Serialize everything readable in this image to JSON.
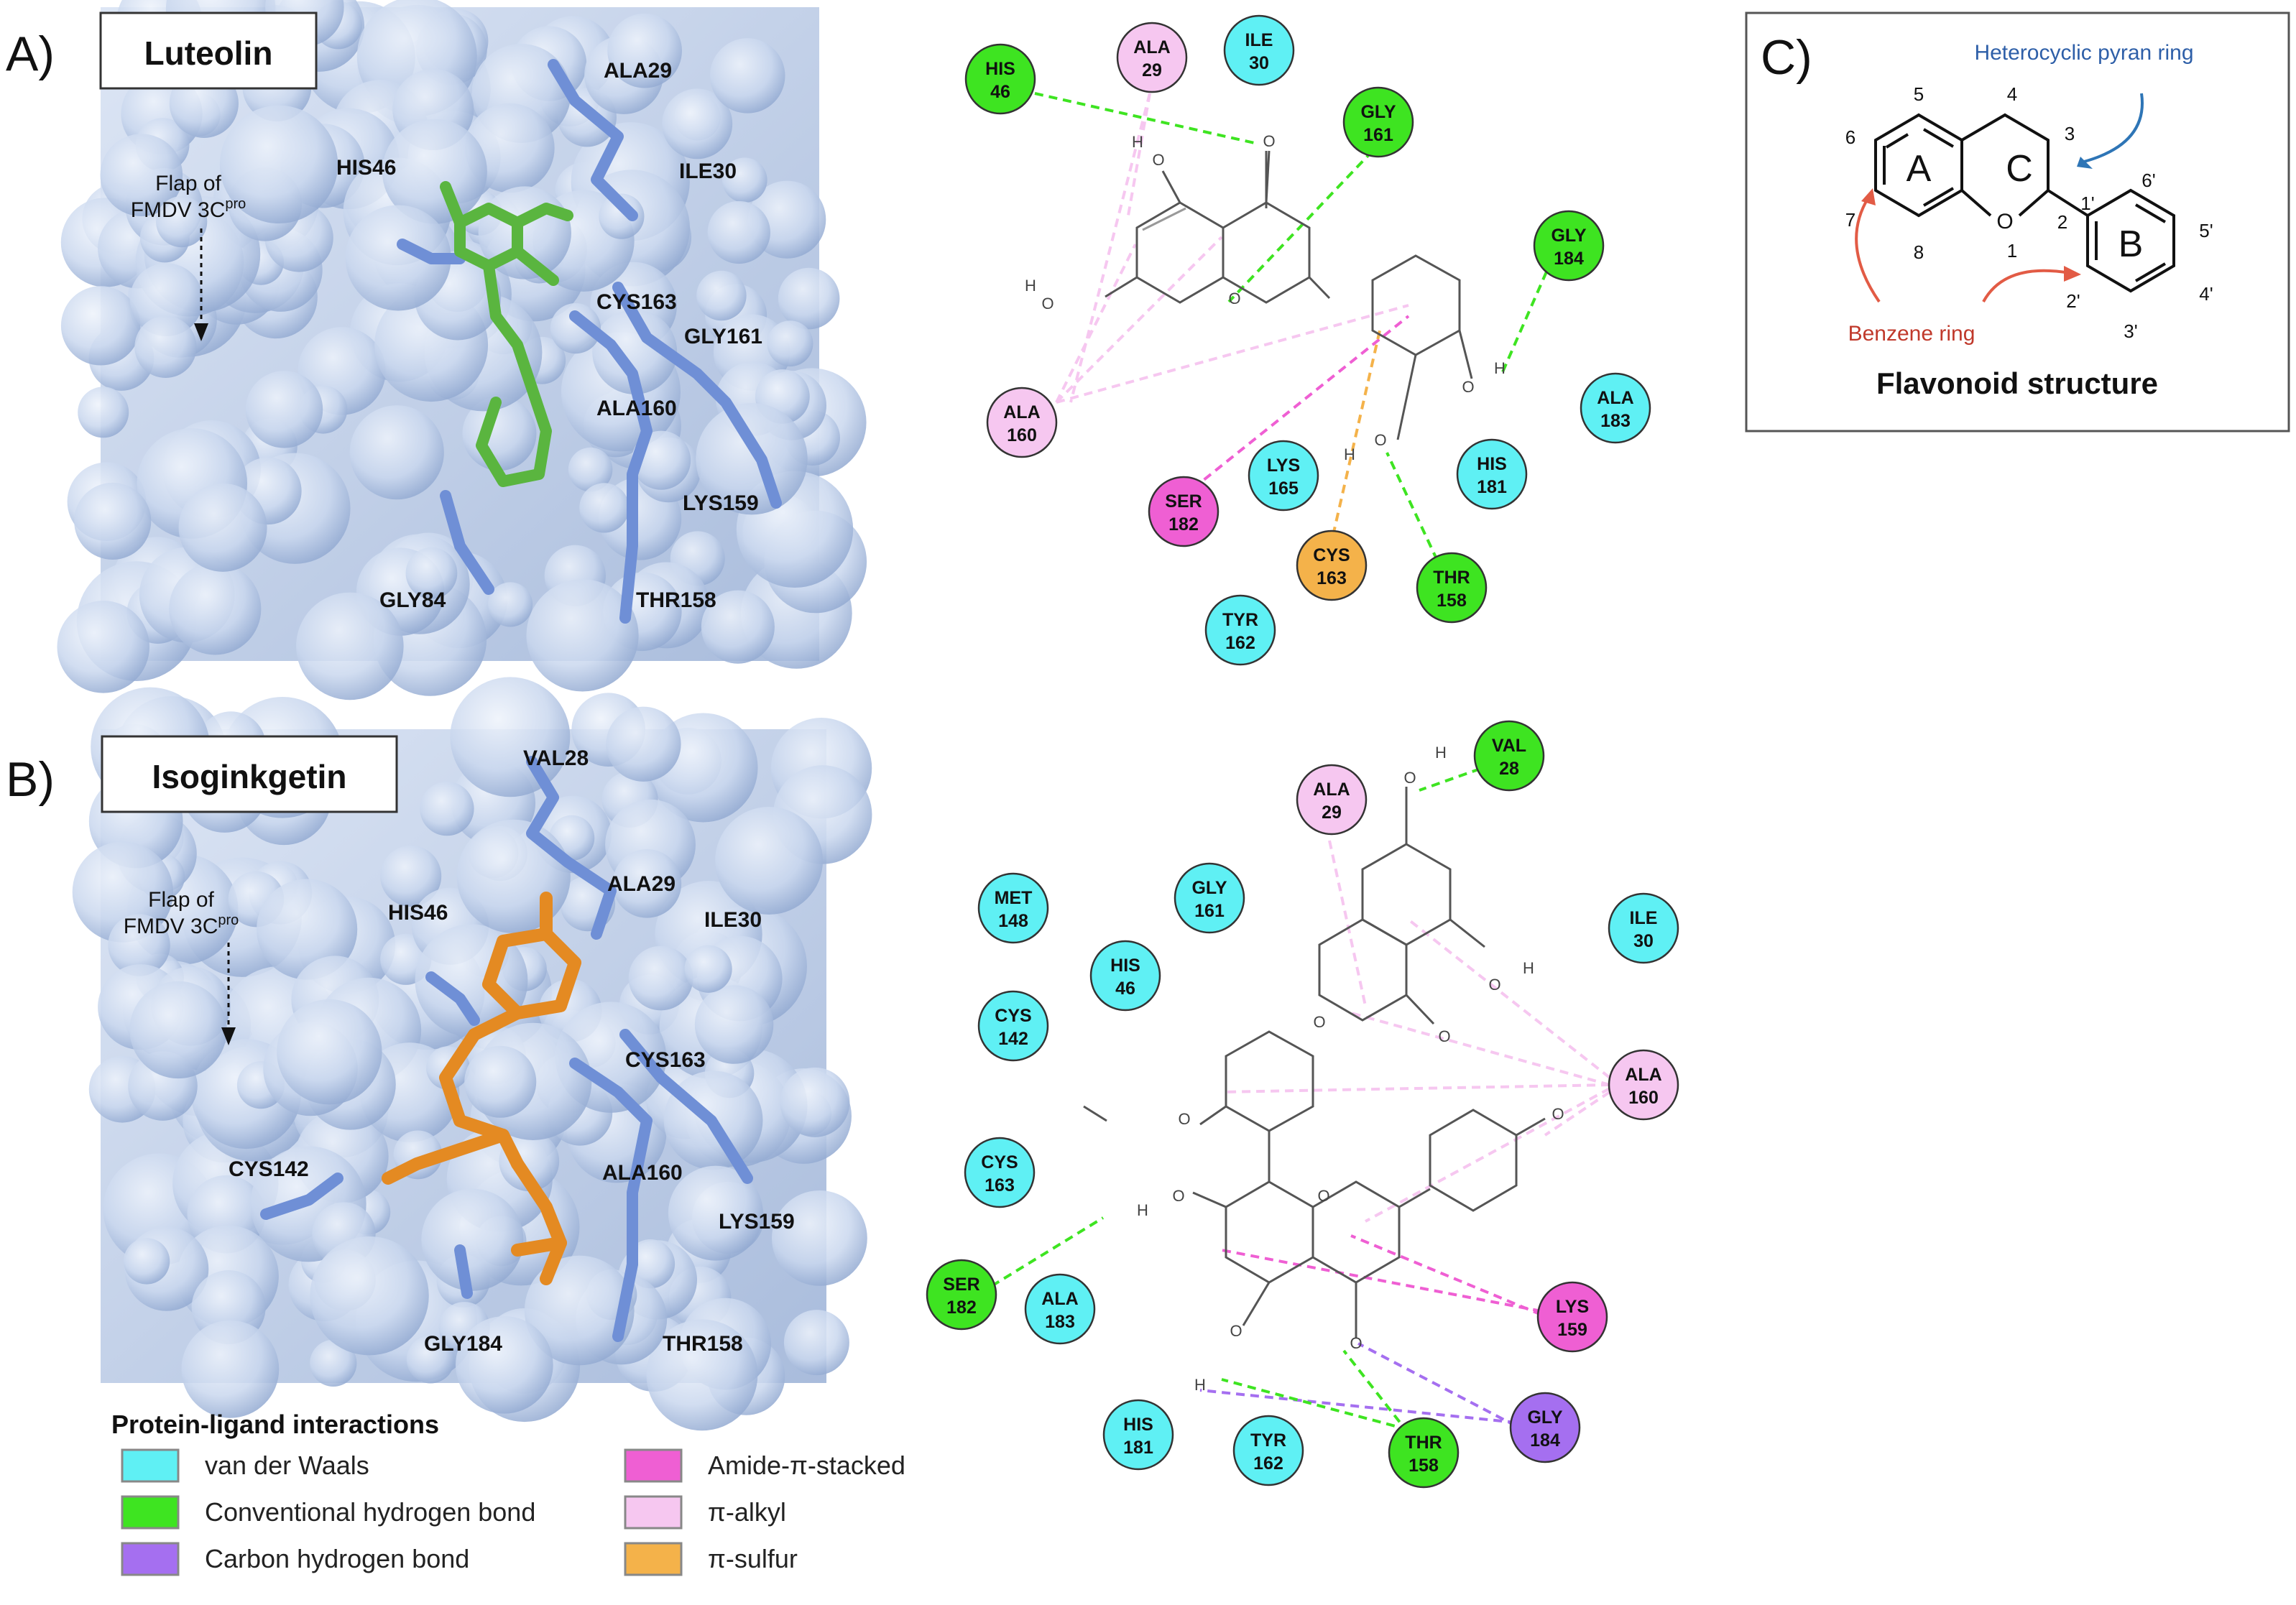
{
  "colors": {
    "vdw": "#5ff0f4",
    "hbond": "#3ee421",
    "chbond": "#a56ff0",
    "amide_pi": "#ef5fd3",
    "pi_alkyl": "#f6c7f0",
    "pi_sulfur": "#f4b24a",
    "protein_ribbon": "#6f8fd6",
    "luteolin_stick": "#5ab53f",
    "isoginkgetin_stick": "#e48a22",
    "surface": "#c6d5ec"
  },
  "panel_a": {
    "label": "A)",
    "ligand": "Luteolin",
    "flap_label_line1": "Flap of",
    "flap_label_line2": "FMDV 3C",
    "flap_label_sup": "pro",
    "residues": [
      "ALA29",
      "HIS46",
      "ILE30",
      "CYS163",
      "GLY161",
      "ALA160",
      "LYS159",
      "GLY84",
      "THR158"
    ]
  },
  "panel_b": {
    "label": "B)",
    "ligand": "Isoginkgetin",
    "flap_label_line1": "Flap of",
    "flap_label_line2": "FMDV 3C",
    "flap_label_sup": "pro",
    "residues": [
      "VAL28",
      "ALA29",
      "HIS46",
      "ILE30",
      "CYS163",
      "CYS142",
      "ALA160",
      "LYS159",
      "GLY184",
      "THR158"
    ]
  },
  "luteolin_2d": {
    "residues": [
      {
        "name": "HIS",
        "num": "46",
        "type": "hbond"
      },
      {
        "name": "ALA",
        "num": "29",
        "type": "pi_alkyl"
      },
      {
        "name": "ILE",
        "num": "30",
        "type": "vdw"
      },
      {
        "name": "GLY",
        "num": "161",
        "type": "hbond"
      },
      {
        "name": "GLY",
        "num": "184",
        "type": "hbond"
      },
      {
        "name": "ALA",
        "num": "183",
        "type": "vdw"
      },
      {
        "name": "ALA",
        "num": "160",
        "type": "pi_alkyl"
      },
      {
        "name": "SER",
        "num": "182",
        "type": "amide_pi"
      },
      {
        "name": "LYS",
        "num": "165",
        "type": "vdw"
      },
      {
        "name": "HIS",
        "num": "181",
        "type": "vdw"
      },
      {
        "name": "CYS",
        "num": "163",
        "type": "pi_sulfur"
      },
      {
        "name": "THR",
        "num": "158",
        "type": "hbond"
      },
      {
        "name": "TYR",
        "num": "162",
        "type": "vdw"
      }
    ]
  },
  "isoginkgetin_2d": {
    "residues": [
      {
        "name": "VAL",
        "num": "28",
        "type": "hbond"
      },
      {
        "name": "ALA",
        "num": "29",
        "type": "pi_alkyl"
      },
      {
        "name": "MET",
        "num": "148",
        "type": "vdw"
      },
      {
        "name": "GLY",
        "num": "161",
        "type": "vdw"
      },
      {
        "name": "ILE",
        "num": "30",
        "type": "vdw"
      },
      {
        "name": "HIS",
        "num": "46",
        "type": "vdw"
      },
      {
        "name": "CYS",
        "num": "142",
        "type": "vdw"
      },
      {
        "name": "ALA",
        "num": "160",
        "type": "pi_alkyl"
      },
      {
        "name": "CYS",
        "num": "163",
        "type": "vdw"
      },
      {
        "name": "SER",
        "num": "182",
        "type": "hbond"
      },
      {
        "name": "ALA",
        "num": "183",
        "type": "vdw"
      },
      {
        "name": "LYS",
        "num": "159",
        "type": "amide_pi"
      },
      {
        "name": "HIS",
        "num": "181",
        "type": "vdw"
      },
      {
        "name": "TYR",
        "num": "162",
        "type": "vdw"
      },
      {
        "name": "THR",
        "num": "158",
        "type": "hbond"
      },
      {
        "name": "GLY",
        "num": "184",
        "type": "chbond"
      }
    ]
  },
  "panel_c": {
    "label": "C)",
    "pyran_label": "Heterocyclic pyran ring",
    "benzene_label": "Benzene ring",
    "title": "Flavonoid structure",
    "ring_a": "A",
    "ring_b": "B",
    "ring_c": "C",
    "numbers": [
      "5",
      "4",
      "3",
      "6",
      "7",
      "8",
      "1",
      "2",
      "1'",
      "2'",
      "3'",
      "4'",
      "5'",
      "6'"
    ]
  },
  "legend": {
    "title": "Protein-ligand interactions",
    "items": [
      {
        "label": "van der Waals",
        "type": "vdw"
      },
      {
        "label": "Conventional hydrogen bond",
        "type": "hbond"
      },
      {
        "label": "Carbon hydrogen bond",
        "type": "chbond"
      },
      {
        "label": "Amide-π-stacked",
        "type": "amide_pi"
      },
      {
        "label": "π-alkyl",
        "type": "pi_alkyl"
      },
      {
        "label": "π-sulfur",
        "type": "pi_sulfur"
      }
    ]
  }
}
